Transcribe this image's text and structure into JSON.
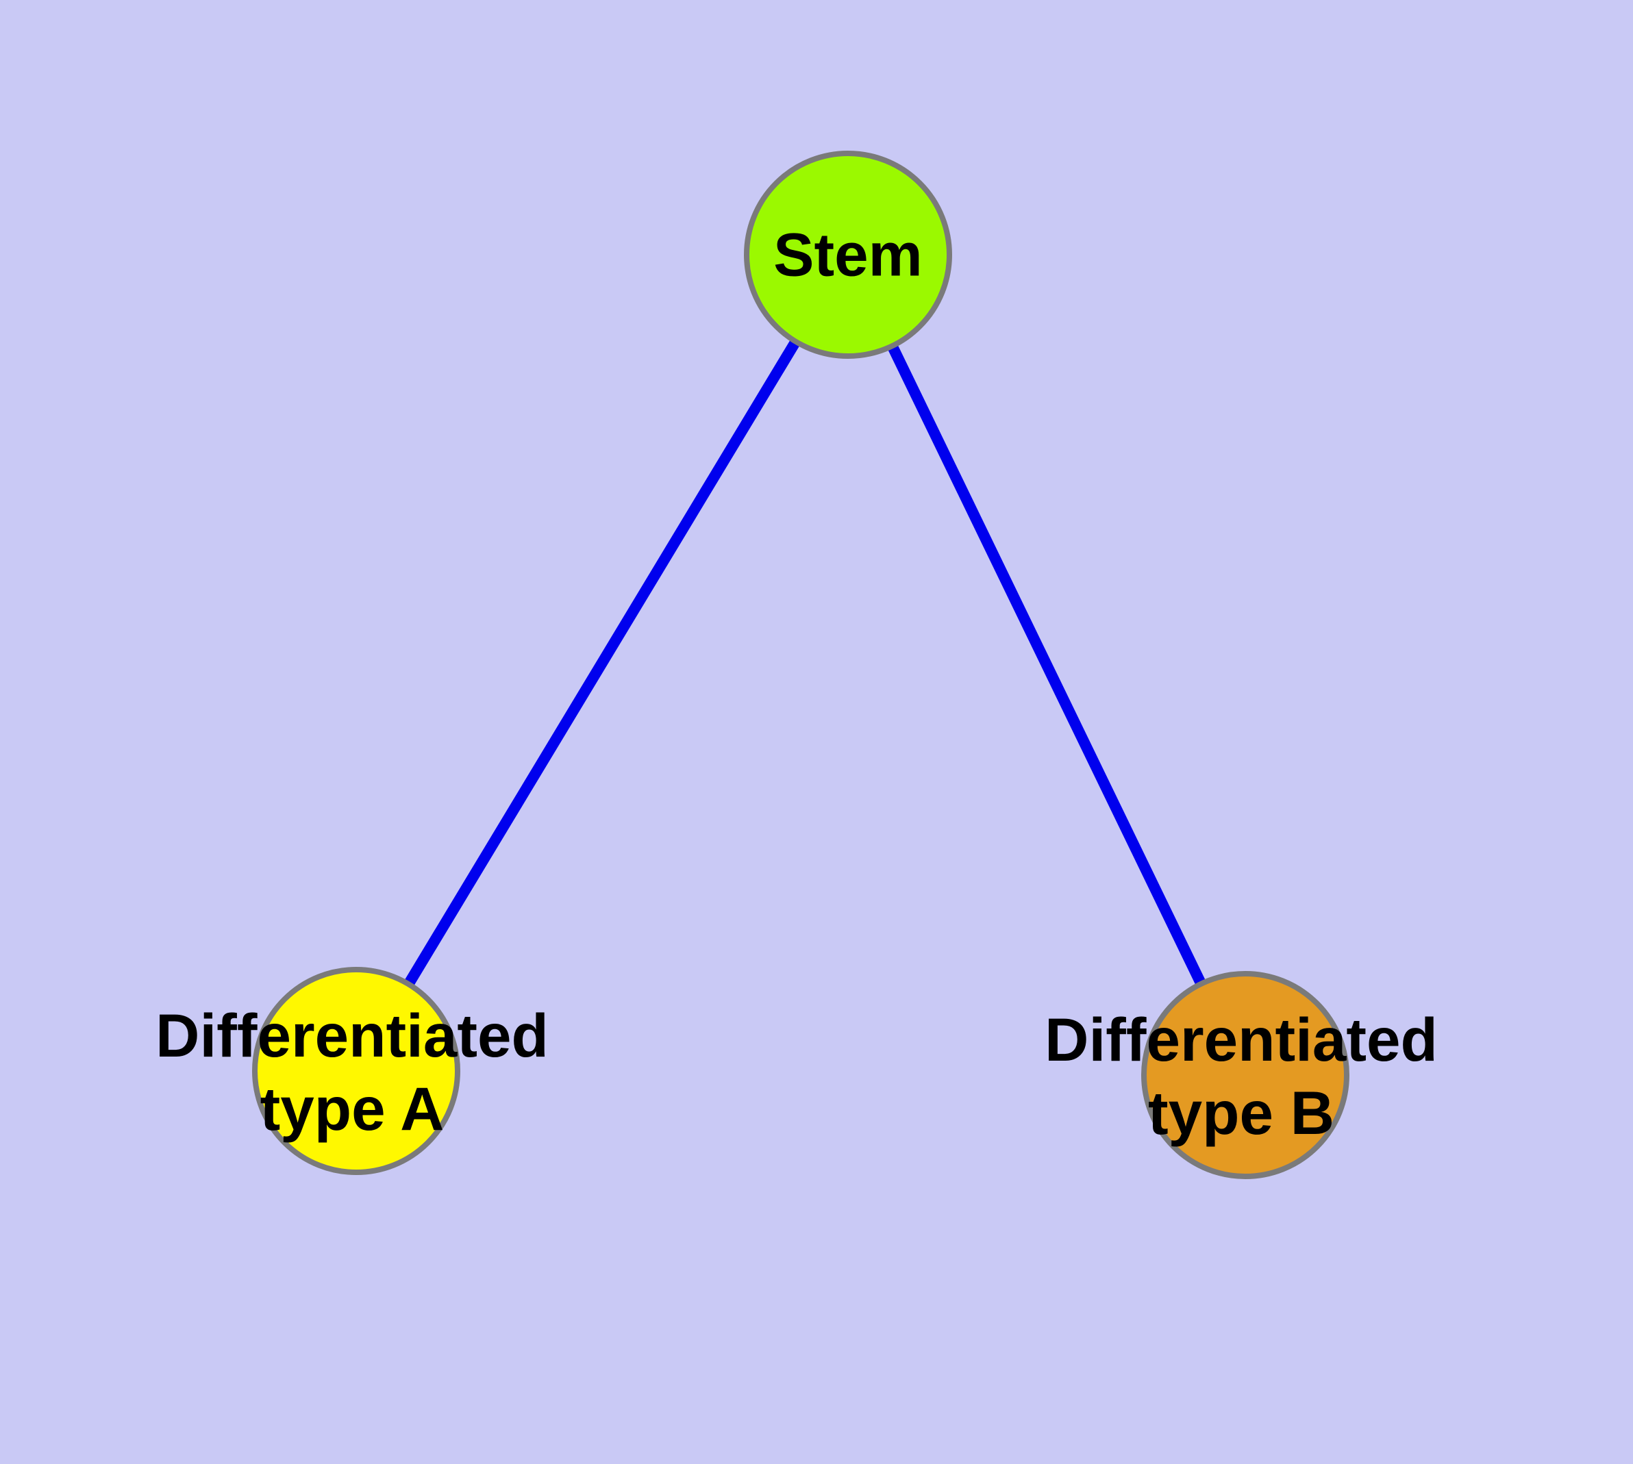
{
  "diagram": {
    "type": "node-link-graph",
    "background_color": "#c9c9f5",
    "edge_color": "#0000ee",
    "node_border_color": "#7a7a7a",
    "text_color": "#000000",
    "nodes": {
      "stem": {
        "label": "Stem",
        "fill_color": "#9bf900"
      },
      "type_a": {
        "label_line1": "Differentiated",
        "label_line2": "type A",
        "fill_color": "#fff800"
      },
      "type_b": {
        "label_line1": "Differentiated",
        "label_line2": "type B",
        "fill_color": "#e49a22"
      }
    },
    "edges": [
      {
        "from": "Stem",
        "to": "Differentiated type A"
      },
      {
        "from": "Stem",
        "to": "Differentiated type B"
      }
    ]
  }
}
